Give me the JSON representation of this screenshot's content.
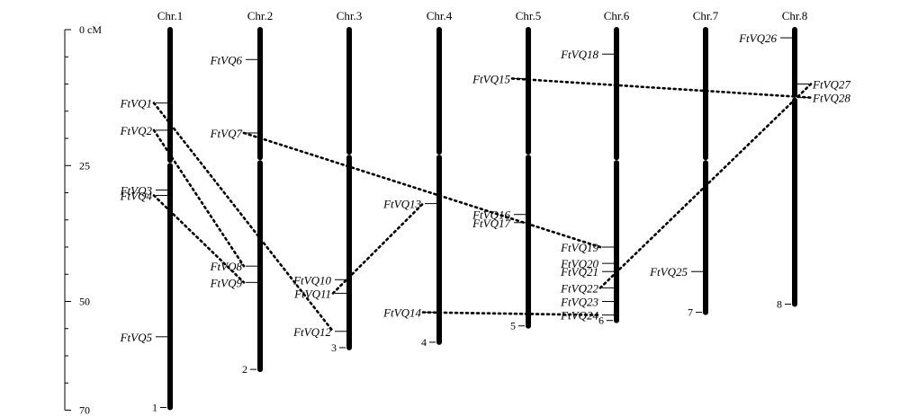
{
  "scale": {
    "max_cm": 70,
    "unit_label": "0 cM",
    "labels": [
      {
        "cm": 0,
        "text": "0 cM"
      },
      {
        "cm": 25,
        "text": "25"
      },
      {
        "cm": 50,
        "text": "50"
      },
      {
        "cm": 70,
        "text": "70"
      }
    ],
    "minor_ticks": [
      5,
      10,
      15,
      20,
      30,
      35,
      40,
      45,
      55,
      60,
      65
    ]
  },
  "chromosomes": [
    {
      "name": "Chr.1",
      "end_label": "1",
      "length_cm": 69.5,
      "centromere_cm": 24.5
    },
    {
      "name": "Chr.2",
      "end_label": "2",
      "length_cm": 62.5,
      "centromere_cm": 24.0
    },
    {
      "name": "Chr.3",
      "end_label": "3",
      "length_cm": 58.5,
      "centromere_cm": 23.0
    },
    {
      "name": "Chr.4",
      "end_label": "4",
      "length_cm": 57.5,
      "centromere_cm": 23.0
    },
    {
      "name": "Chr.5",
      "end_label": "5",
      "length_cm": 54.5,
      "centromere_cm": 23.0
    },
    {
      "name": "Chr.6",
      "end_label": "6",
      "length_cm": 53.5,
      "centromere_cm": 24.0
    },
    {
      "name": "Chr.7",
      "end_label": "7",
      "length_cm": 52.0,
      "centromere_cm": 24.0
    },
    {
      "name": "Chr.8",
      "end_label": "8",
      "length_cm": 50.5,
      "centromere_cm": 12.5
    }
  ],
  "genes": [
    {
      "name": "FtVQ1",
      "chr": 1,
      "pos_cm": 13.5,
      "side": "left"
    },
    {
      "name": "FtVQ2",
      "chr": 1,
      "pos_cm": 18.5,
      "side": "left"
    },
    {
      "name": "FtVQ3",
      "chr": 1,
      "pos_cm": 29.5,
      "side": "left"
    },
    {
      "name": "FtVQ4",
      "chr": 1,
      "pos_cm": 30.5,
      "side": "left"
    },
    {
      "name": "FtVQ5",
      "chr": 1,
      "pos_cm": 56.5,
      "side": "left"
    },
    {
      "name": "FtVQ6",
      "chr": 2,
      "pos_cm": 5.5,
      "side": "left"
    },
    {
      "name": "FtVQ7",
      "chr": 2,
      "pos_cm": 19.0,
      "side": "left"
    },
    {
      "name": "FtVQ8",
      "chr": 2,
      "pos_cm": 43.5,
      "side": "left"
    },
    {
      "name": "FtVQ9",
      "chr": 2,
      "pos_cm": 46.5,
      "side": "left"
    },
    {
      "name": "FtVQ10",
      "chr": 3,
      "pos_cm": 46.0,
      "side": "left"
    },
    {
      "name": "FtVQ11",
      "chr": 3,
      "pos_cm": 48.5,
      "side": "left"
    },
    {
      "name": "FtVQ12",
      "chr": 3,
      "pos_cm": 55.5,
      "side": "left"
    },
    {
      "name": "FtVQ13",
      "chr": 4,
      "pos_cm": 32.0,
      "side": "left"
    },
    {
      "name": "FtVQ14",
      "chr": 4,
      "pos_cm": 52.0,
      "side": "left"
    },
    {
      "name": "FtVQ15",
      "chr": 5,
      "pos_cm": 9.0,
      "side": "left"
    },
    {
      "name": "FtVQ16",
      "chr": 5,
      "pos_cm": 34.0,
      "side": "left"
    },
    {
      "name": "FtVQ17",
      "chr": 5,
      "pos_cm": 35.5,
      "side": "left"
    },
    {
      "name": "FtVQ18",
      "chr": 6,
      "pos_cm": 4.5,
      "side": "left"
    },
    {
      "name": "FtVQ19",
      "chr": 6,
      "pos_cm": 40.0,
      "side": "left"
    },
    {
      "name": "FtVQ20",
      "chr": 6,
      "pos_cm": 43.0,
      "side": "left"
    },
    {
      "name": "FtVQ21",
      "chr": 6,
      "pos_cm": 44.5,
      "side": "left"
    },
    {
      "name": "FtVQ22",
      "chr": 6,
      "pos_cm": 47.5,
      "side": "left"
    },
    {
      "name": "FtVQ23",
      "chr": 6,
      "pos_cm": 50.0,
      "side": "left"
    },
    {
      "name": "FtVQ24",
      "chr": 6,
      "pos_cm": 52.5,
      "side": "left"
    },
    {
      "name": "FtVQ25",
      "chr": 7,
      "pos_cm": 44.5,
      "side": "left"
    },
    {
      "name": "FtVQ26",
      "chr": 8,
      "pos_cm": 1.5,
      "side": "left"
    },
    {
      "name": "FtVQ27",
      "chr": 8,
      "pos_cm": 10.0,
      "side": "right"
    },
    {
      "name": "FtVQ28",
      "chr": 8,
      "pos_cm": 12.5,
      "side": "right"
    }
  ],
  "duplications": [
    [
      "FtVQ2",
      "FtVQ8"
    ],
    [
      "FtVQ1",
      "FtVQ12"
    ],
    [
      "FtVQ4",
      "FtVQ9"
    ],
    [
      "FtVQ7",
      "FtVQ19"
    ],
    [
      "FtVQ11",
      "FtVQ13"
    ],
    [
      "FtVQ14",
      "FtVQ24"
    ],
    [
      "FtVQ15",
      "FtVQ28"
    ],
    [
      "FtVQ22",
      "FtVQ27"
    ]
  ]
}
